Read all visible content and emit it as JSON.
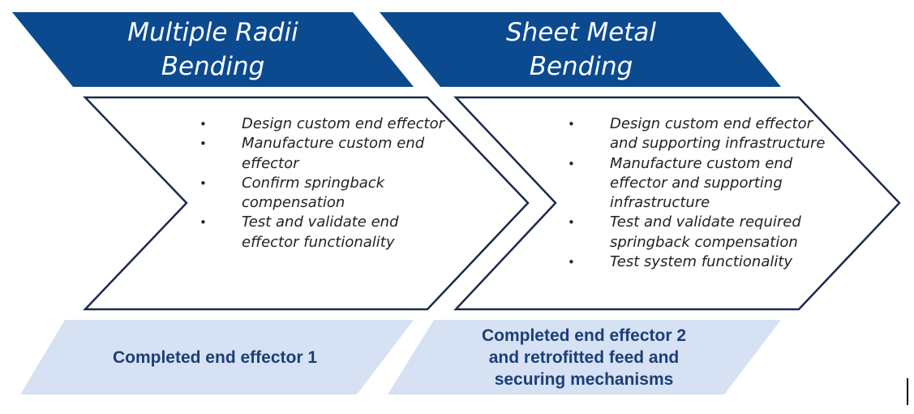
{
  "colors": {
    "header_fill": "#0b4a8f",
    "chevron_stroke": "#1c2a4a",
    "outcome_fill": "#d6e2f3",
    "outcome_text": "#1c3e78"
  },
  "stages": [
    {
      "title_lines": [
        "Multiple Radii",
        "Bending"
      ],
      "steps": [
        "Design custom end effector",
        "Manufacture custom end effector",
        "Confirm springback compensation",
        "Test and validate end effector functionality"
      ],
      "outcome_lines": [
        "Completed end effector 1"
      ]
    },
    {
      "title_lines": [
        "Sheet Metal",
        "Bending"
      ],
      "steps": [
        "Design custom end effector and supporting infrastructure",
        "Manufacture custom end effector and supporting infrastructure",
        "Test and validate required springback compensation",
        "Test system functionality"
      ],
      "outcome_lines": [
        "Completed end effector 2",
        "and retrofitted feed and",
        "securing mechanisms"
      ]
    }
  ]
}
